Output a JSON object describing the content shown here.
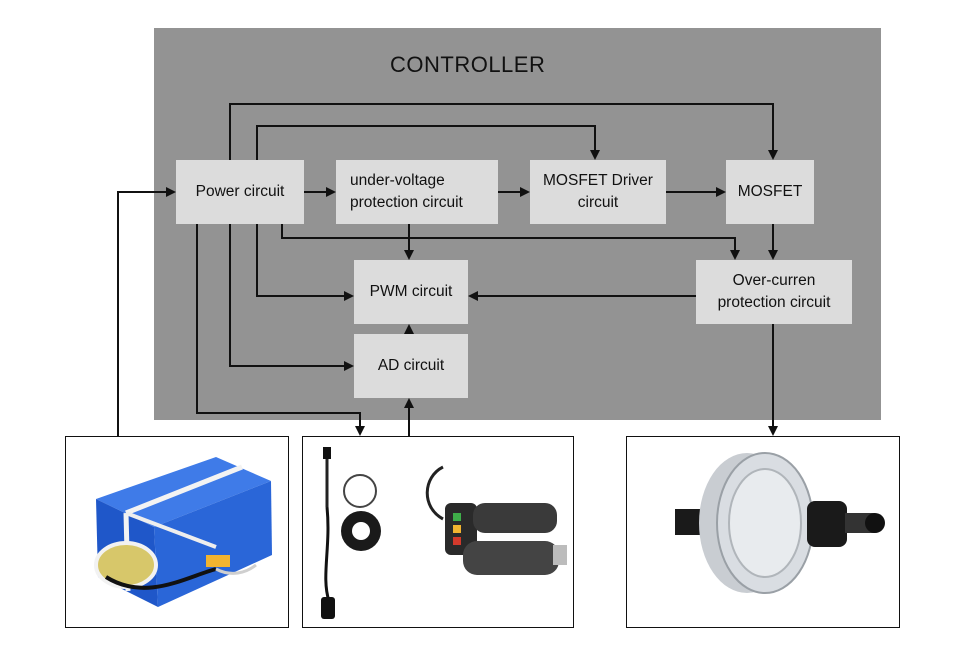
{
  "diagram": {
    "title": "CONTROLLER",
    "blocks": {
      "power": "Power circuit",
      "under_voltage": [
        "under-voltage",
        "protection circuit"
      ],
      "mosfet_driver": [
        "MOSFET Driver",
        "circuit"
      ],
      "mosfet": "MOSFET",
      "pwm": "PWM circuit",
      "over_current": [
        "Over-curren",
        "protection circuit"
      ],
      "ad": "AD circuit"
    },
    "peripherals": [
      {
        "name": "battery-pack"
      },
      {
        "name": "sensor-and-throttle"
      },
      {
        "name": "hub-motor"
      }
    ],
    "colors": {
      "panel": "#939393",
      "block": "#dcdcdc",
      "line": "#111111",
      "battery": "#1f57c9",
      "motor": "#d9dde2"
    }
  }
}
